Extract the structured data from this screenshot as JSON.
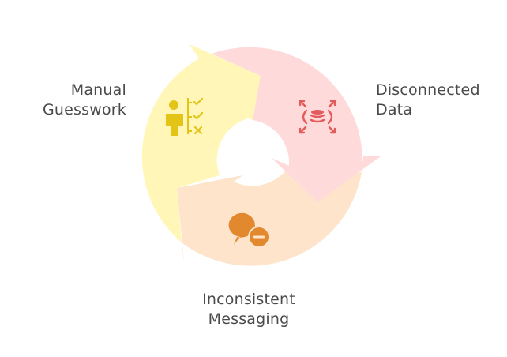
{
  "colors": {
    "yellow_segment": "#FFF6B7",
    "pink_segment": "#FFDADA",
    "peach_segment": "#FFE4CC",
    "yellow_icon": "#E3C417",
    "red_icon": "#E45B5B",
    "orange_icon": "#E2882F",
    "text": "#4A4A4A"
  },
  "segments": [
    {
      "id": "manual-guesswork",
      "label_lines": [
        "Manual",
        "Guesswork"
      ],
      "icon": "person-checklist-icon"
    },
    {
      "id": "disconnected-data",
      "label_lines": [
        "Disconnected",
        "Data"
      ],
      "icon": "database-expand-icon"
    },
    {
      "id": "inconsistent-messaging",
      "label_lines": [
        "Inconsistent",
        "Messaging"
      ],
      "icon": "chat-minus-icon"
    }
  ]
}
